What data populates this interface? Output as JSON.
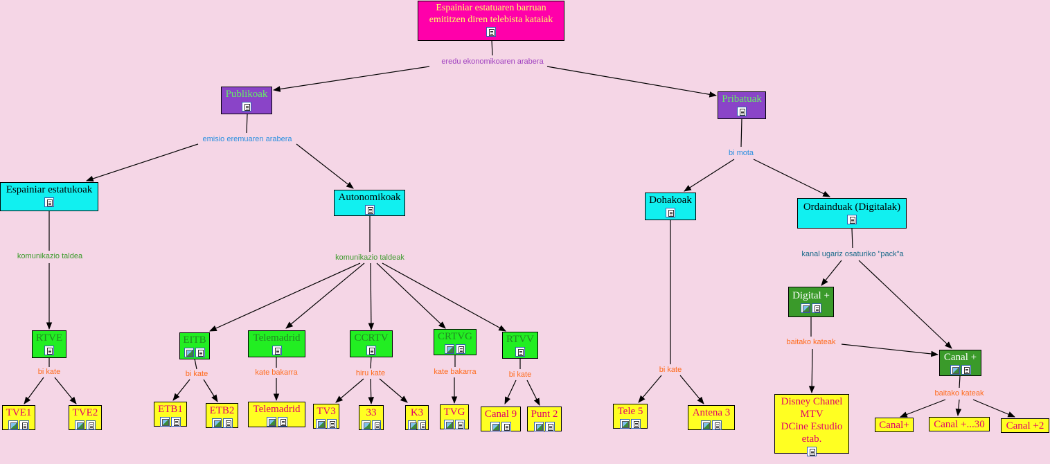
{
  "nodes": {
    "root": {
      "lines": [
        "Espainiar estatuaren barruan",
        "emititzen diren telebista kataiak"
      ]
    },
    "publikoak": {
      "text": "Publikoak"
    },
    "pribatuak": {
      "text": "Pribatuak"
    },
    "espainiar": {
      "text": "Espainiar estatukoak"
    },
    "autonomikoak": {
      "text": "Autonomikoak"
    },
    "dohakoak": {
      "text": "Dohakoak"
    },
    "ordainduak": {
      "text": "Ordainduak (Digitalak)"
    },
    "rtve": {
      "text": "RTVE"
    },
    "eitb": {
      "text": "EITB"
    },
    "telemadrid": {
      "text": "Telemadrid"
    },
    "ccrtv": {
      "text": "CCRTV"
    },
    "crtvg": {
      "text": "CRTVG"
    },
    "rtvv": {
      "text": "RTVV"
    },
    "digital": {
      "text": "Digital +"
    },
    "canalplus": {
      "text": "Canal +"
    },
    "tve1": {
      "text": "TVE1"
    },
    "tve2": {
      "text": "TVE2"
    },
    "etb1": {
      "text": "ETB1"
    },
    "etb2": {
      "text": "ETB2"
    },
    "telemadrid2": {
      "text": "Telemadrid"
    },
    "tv3": {
      "text": "TV3"
    },
    "n33": {
      "text": "33"
    },
    "k3": {
      "text": "K3"
    },
    "tvg": {
      "text": "TVG"
    },
    "canal9": {
      "text": "Canal 9"
    },
    "punt2": {
      "text": "Punt 2"
    },
    "tele5": {
      "text": "Tele 5"
    },
    "antena3": {
      "text": "Antena 3"
    },
    "disney": {
      "lines": [
        "Disney Chanel",
        "MTV",
        "DCine Estudio",
        "etab."
      ]
    },
    "canalp1": {
      "text": "Canal+"
    },
    "canalp30": {
      "text": "Canal +...30"
    },
    "canalp2": {
      "text": "Canal +2"
    }
  },
  "links": {
    "ekonomiko": "eredu ekonomikoaren arabera",
    "emisio": "emisio eremuaren arabera",
    "bimota": "bi mota",
    "komtaldea": "komunikazio taldea",
    "komtaldeak": "komunikazio taldeak",
    "pack": "kanal ugariz osaturiko \"pack\"a",
    "bikate_rtve": "bi kate",
    "bikate_eitb": "bi kate",
    "katebakarra_tm": "kate bakarra",
    "hirukate": "hiru kate",
    "katebakarra_crtvg": "kate bakarra",
    "bikate_rtvv": "bi kate",
    "bikate_doh": "bi kate",
    "baitako1": "baitako kateak",
    "baitako2": "baitako kateak"
  },
  "colors": {
    "background": "#f5d6e6",
    "edge": "#000000",
    "label_purple": "#a040c0",
    "label_blue": "#2a90e0",
    "label_green": "#3a9a2a",
    "label_orange": "#ff6a1a",
    "label_teal": "#1a6a8a"
  }
}
